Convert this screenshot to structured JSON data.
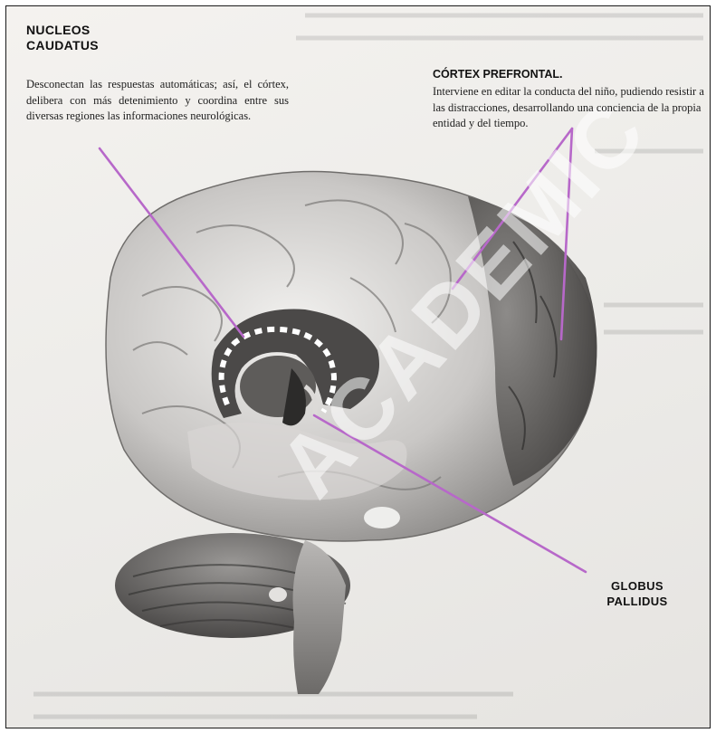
{
  "nucleos_caudatus": {
    "title_line1": "NUCLEOS",
    "title_line2": "CAUDATUS",
    "description": "Desconectan las respuestas automáticas; así, el córtex, delibera con más detenimiento y coordina entre sus diversas regiones las informaciones neurológicas."
  },
  "cortex_prefrontal": {
    "title": "CÓRTEX PREFRONTAL.",
    "description": "Interviene en editar la conducta del niño, pudiendo resistir a las distracciones, desarrollando una conciencia de la propia entidad y del tiempo."
  },
  "globus_pallidus": {
    "line1": "GLOBUS",
    "line2": "PALLIDUS"
  },
  "watermark": "ACADEMIC",
  "colors": {
    "pointer_line": "#b768c9",
    "brain_light": "#e9e7e5",
    "brain_dark": "#4a4a4a"
  }
}
